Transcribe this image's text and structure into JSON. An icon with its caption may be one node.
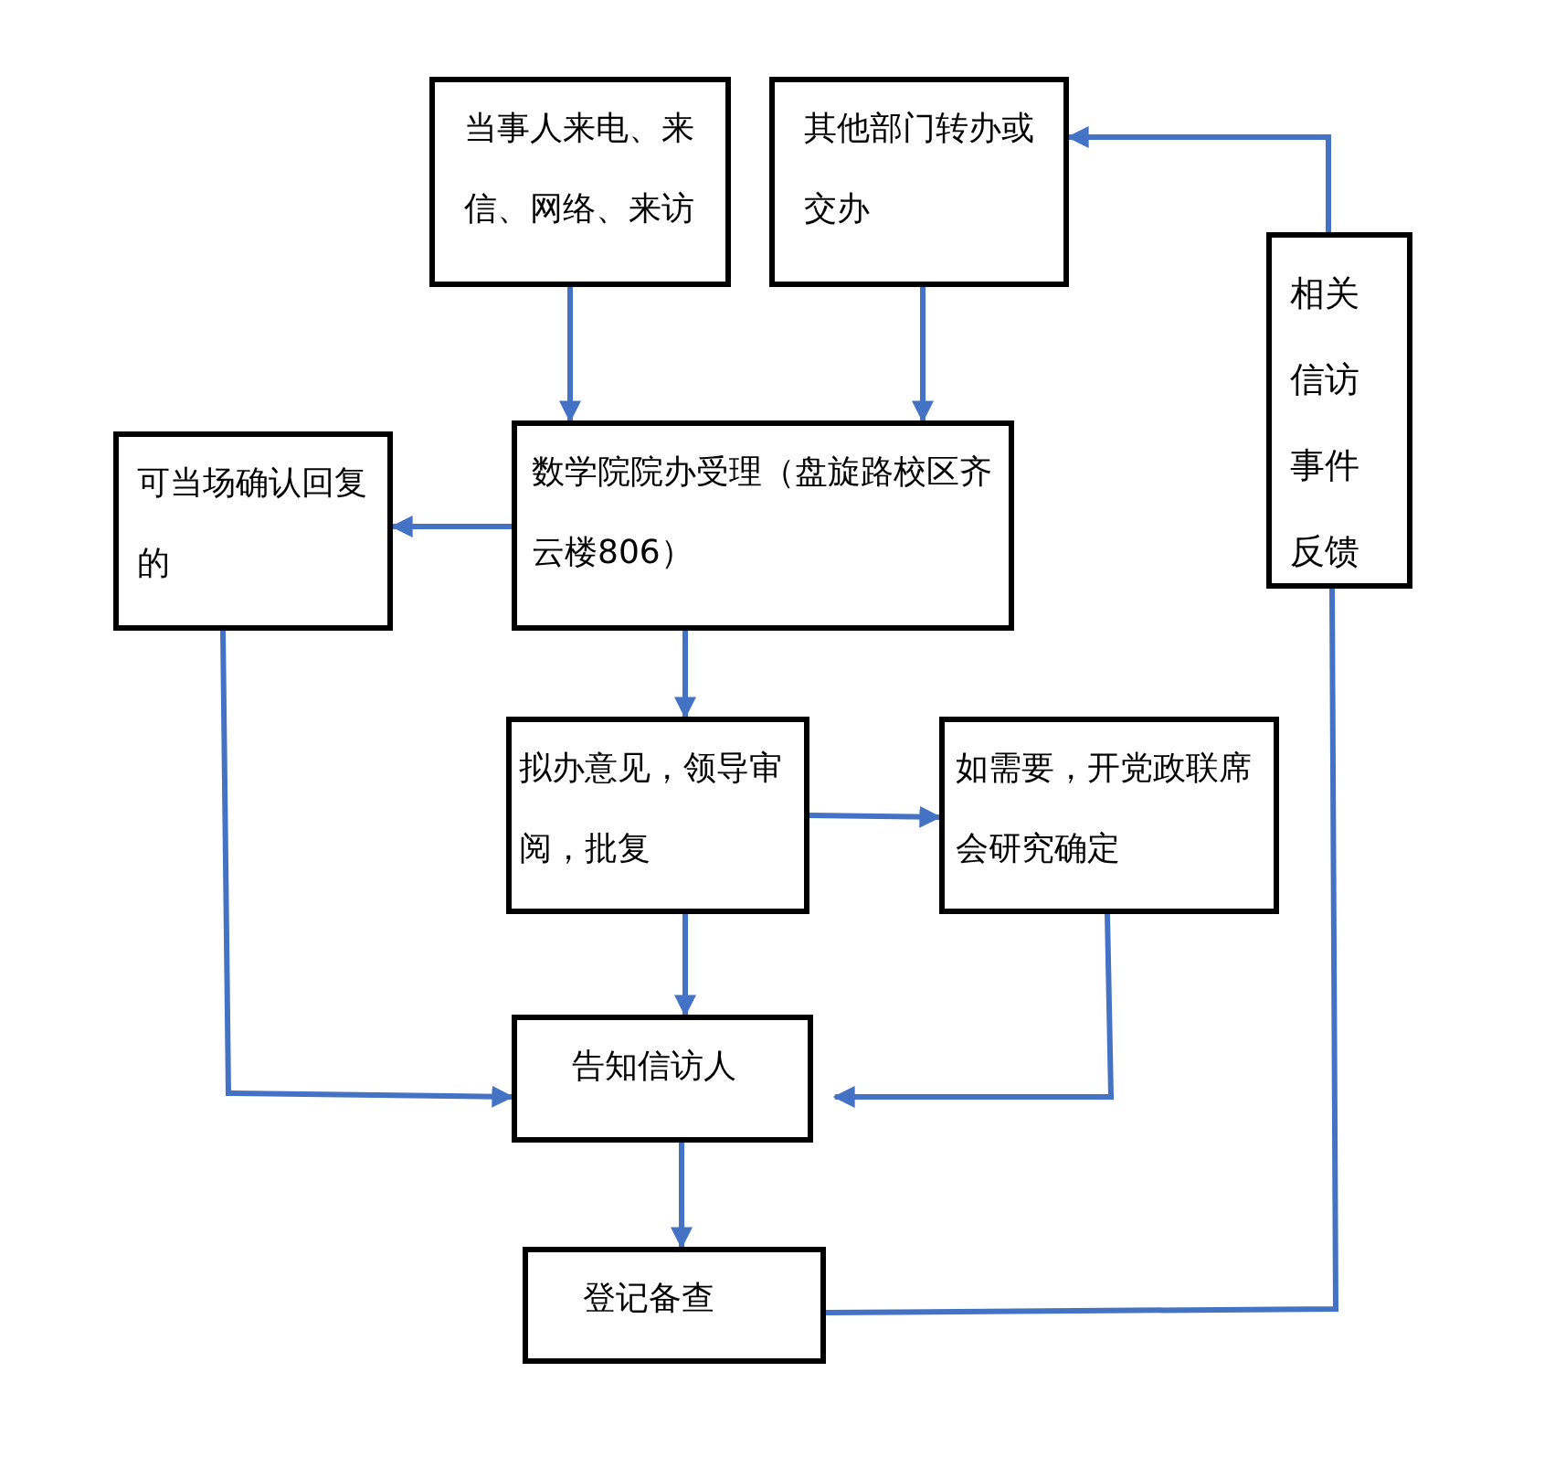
{
  "diagram": {
    "nodes": [
      {
        "text": [
          "当事人来电、来信、网络、来访"
        ]
      },
      {
        "text": [
          "其他部门转办或交办"
        ]
      },
      {
        "text": [
          "相关信访事件反馈"
        ]
      },
      {
        "text": [
          "可当场确认回复的"
        ]
      },
      {
        "text": [
          "数学院院办受理（盘旋路校区齐云楼806）"
        ]
      },
      {
        "text": [
          "拟办意见，领导审阅，批复"
        ]
      },
      {
        "text": [
          "如需要，开党政联席会研究确定"
        ]
      },
      {
        "text": [
          "告知信访人"
        ]
      },
      {
        "text": [
          "登记备查"
        ]
      }
    ],
    "edges": [
      {
        "from": 0,
        "to": 4,
        "arrow": "to"
      },
      {
        "from": 1,
        "to": 4,
        "arrow": "to"
      },
      {
        "from": 4,
        "to": 3,
        "arrow": "to"
      },
      {
        "from": 4,
        "to": 5,
        "arrow": "to"
      },
      {
        "from": 5,
        "to": 6,
        "arrow": "to"
      },
      {
        "from": 5,
        "to": 7,
        "arrow": "to"
      },
      {
        "from": 3,
        "to": 7,
        "arrow": "to"
      },
      {
        "from": 6,
        "to": 7,
        "arrow": "to"
      },
      {
        "from": 7,
        "to": 8,
        "arrow": "to"
      },
      {
        "from": 8,
        "to": 2,
        "arrow": "none"
      },
      {
        "from": 2,
        "to": 1,
        "arrow": "to"
      }
    ]
  }
}
